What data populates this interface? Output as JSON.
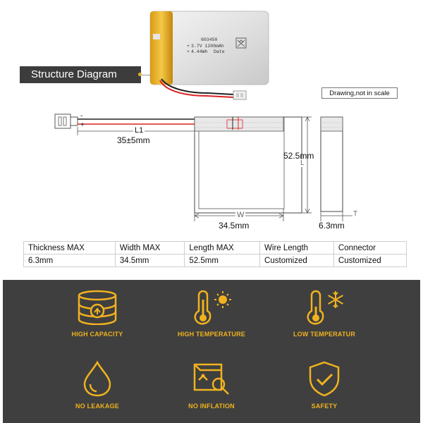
{
  "header": {
    "title": "Structure Diagram",
    "note": "Drawing,not in scale"
  },
  "battery_label": {
    "model": "603450",
    "voltage": "3.7V 1200mAh",
    "energy": "4.44Wh",
    "date": "Date"
  },
  "diagram": {
    "wire_label": "L1",
    "wire_length": "35±5mm",
    "length_symbol": "L",
    "length": "52.5mm",
    "width_symbol": "W",
    "width": "34.5mm",
    "thickness_symbol": "T",
    "thickness": "6.3mm",
    "plus": "+",
    "minus": "-"
  },
  "spec_table": {
    "headers": [
      "Thickness MAX",
      "Width MAX",
      "Length MAX",
      "Wire Length",
      "Connector"
    ],
    "values": [
      "6.3mm",
      "34.5mm",
      "52.5mm",
      "Customized",
      "Customized"
    ]
  },
  "features": [
    {
      "label": "HIGH CAPACITY",
      "icon": "database-upload-icon"
    },
    {
      "label": "HIGH TEMPERATURE",
      "icon": "thermometer-sun-icon"
    },
    {
      "label": "LOW TEMPERATUR",
      "icon": "thermometer-snowflake-icon"
    },
    {
      "label": "NO LEAKAGE",
      "icon": "water-drop-icon"
    },
    {
      "label": "NO INFLATION",
      "icon": "box-magnifier-icon"
    },
    {
      "label": "SAFETY",
      "icon": "shield-check-icon"
    }
  ],
  "colors": {
    "accent": "#f0b21f",
    "panel": "#3f3f3f",
    "tag": "#3c3c3c"
  }
}
